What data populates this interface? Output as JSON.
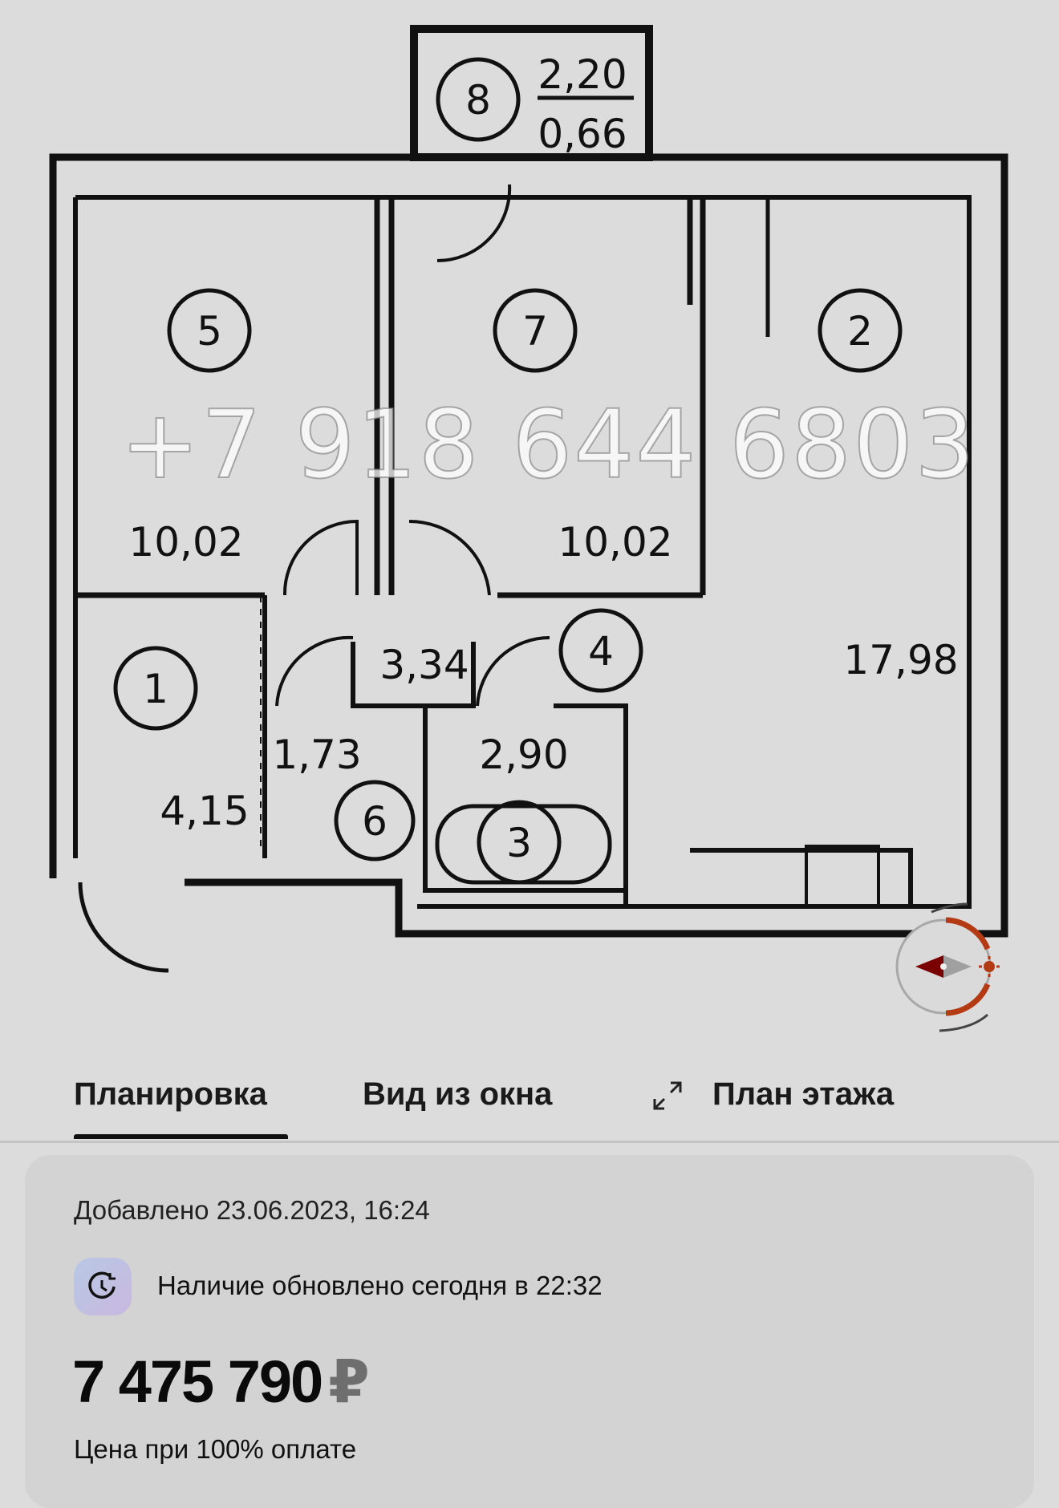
{
  "floor_plan": {
    "rooms": [
      {
        "number": "1",
        "area": "4,15"
      },
      {
        "number": "2",
        "area": "17,98"
      },
      {
        "number": "3",
        "area": "2,90"
      },
      {
        "number": "4",
        "area": "3,34"
      },
      {
        "number": "5",
        "area": "10,02"
      },
      {
        "number": "6",
        "area": "1,73"
      },
      {
        "number": "7",
        "area": "10,02"
      },
      {
        "number": "8",
        "area": "2,20",
        "reduced_area": "0,66"
      }
    ],
    "watermark": "+7 918 644 6803",
    "compass_colors": {
      "arc": "#b33a12",
      "needle": "#7a0000",
      "needle_tail": "#a0a0a0"
    }
  },
  "tabs": [
    {
      "label": "Планировка",
      "active": true
    },
    {
      "label": "Вид из окна",
      "active": false
    },
    {
      "label": "План этажа",
      "active": false,
      "icon": "expand-icon"
    }
  ],
  "info": {
    "added": "Добавлено 23.06.2023, 16:24",
    "availability": "Наличие обновлено сегодня в 22:32",
    "availability_icon": "clock-refresh-icon",
    "price": "7 475 790",
    "currency": "₽",
    "price_note": "Цена при 100% оплате"
  }
}
